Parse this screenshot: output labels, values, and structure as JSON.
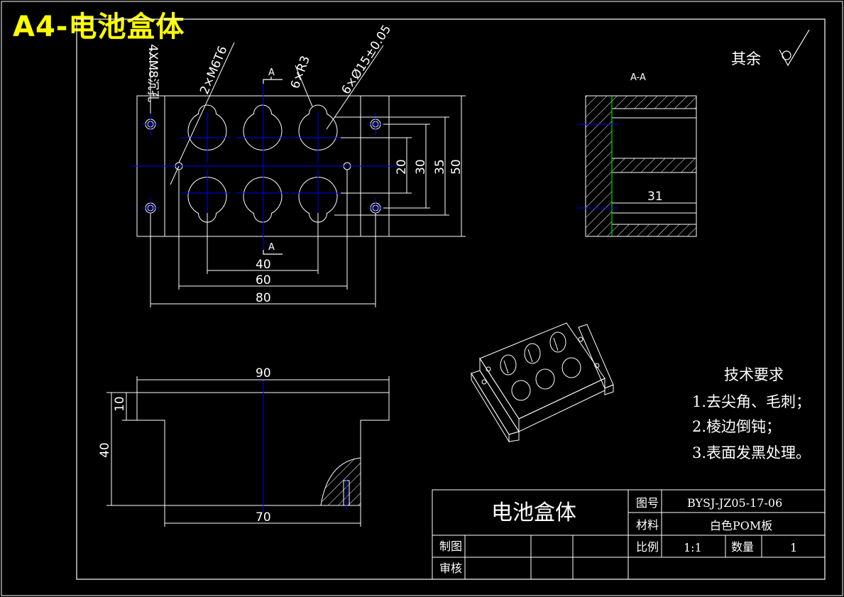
{
  "sheet_title": "A4-电池盒体",
  "roughness_label": "其余",
  "section_label": "A-A",
  "section_marks": {
    "top": "A",
    "bottom": "A"
  },
  "callouts": {
    "left_holes": "4XM8沉孔",
    "thread_holes": "2×M6T6",
    "small_holes": "6×R3",
    "bores": "6×Ø15±0.05"
  },
  "dimensions": {
    "front_h1": "40",
    "front_h2": "60",
    "front_h3": "80",
    "front_v1": "20",
    "front_v2": "30",
    "front_v3": "35",
    "front_v4": "50",
    "section_depth": "31",
    "side_width_top": "90",
    "side_width_bottom": "70",
    "side_height": "40",
    "side_flange": "10"
  },
  "tech_requirements": {
    "heading": "技术要求",
    "items": [
      "1.去尖角、毛刺；",
      "2.棱边倒钝；",
      "3.表面发黑处理。"
    ]
  },
  "title_block": {
    "part_name": "电池盒体",
    "drawing_no_label": "图号",
    "drawing_no": "BYSJ-JZ05-17-06",
    "material_label": "材料",
    "material": "白色POM板",
    "drawn_label": "制图",
    "checked_label": "审核",
    "scale_label": "比例",
    "scale": "1:1",
    "qty_label": "数量",
    "qty": "1"
  },
  "colors": {
    "background": "#000000",
    "outline": "#ffffff",
    "centerline": "#0000ff",
    "title": "#ffff00",
    "section_line": "#00ff00"
  }
}
